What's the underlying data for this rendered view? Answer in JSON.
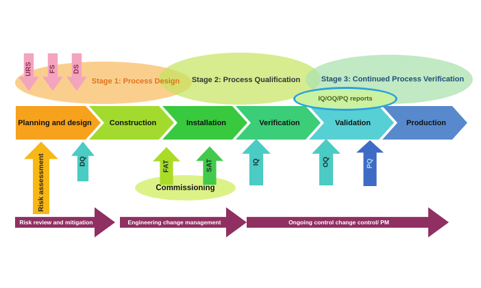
{
  "diagram": {
    "stages": [
      {
        "label": "Stage 1: Process Design",
        "text_color": "#DF731B",
        "ellipse_color": "#F6A832"
      },
      {
        "label": "Stage 2: Process Qualification",
        "text_color": "#333333",
        "ellipse_color": "#C5E45F"
      },
      {
        "label": "Stage 3: Continued Process Verification",
        "text_color": "#1F4E79",
        "ellipse_color": "#ACE2AF"
      }
    ],
    "input_arrows": [
      {
        "label": "URS",
        "color": "#F3A4BE"
      },
      {
        "label": "FS",
        "color": "#F3A4BE"
      },
      {
        "label": "DS",
        "color": "#F3A4BE"
      }
    ],
    "phases": [
      {
        "label": "Planning and design",
        "color": "#F6A21D"
      },
      {
        "label": "Construction",
        "color": "#A2DB2E"
      },
      {
        "label": "Installation",
        "color": "#38C93E"
      },
      {
        "label": "Verification",
        "color": "#3BCD78"
      },
      {
        "label": "Validation",
        "color": "#57D0D5"
      },
      {
        "label": "Production",
        "color": "#5789CC"
      }
    ],
    "reports_badge": {
      "label": "IQ/OQ/PQ reports",
      "border_color": "#29A3DC",
      "fill_color": "#CBF2A0"
    },
    "activity_arrows": [
      {
        "label": "Risk assessment",
        "color": "#F8B714"
      },
      {
        "label": "DQ",
        "color": "#4ACBC4"
      },
      {
        "label": "FAT",
        "color": "#AADC27"
      },
      {
        "label": "SAT",
        "color": "#43C94C"
      },
      {
        "label": "IQ",
        "color": "#4ACBC4"
      },
      {
        "label": "OQ",
        "color": "#4ACBC4"
      },
      {
        "label": "PQ",
        "color": "#3E6BC5"
      }
    ],
    "commissioning": {
      "label": "Commissioning",
      "color": "#DCF287"
    },
    "timeline_arrows": [
      {
        "label": "Risk review and mitigation",
        "color": "#8F2F62"
      },
      {
        "label": "Engineering change management",
        "color": "#8F2F62"
      },
      {
        "label": "Ongoing control change control/ PM",
        "color": "#8F2F62"
      }
    ]
  }
}
